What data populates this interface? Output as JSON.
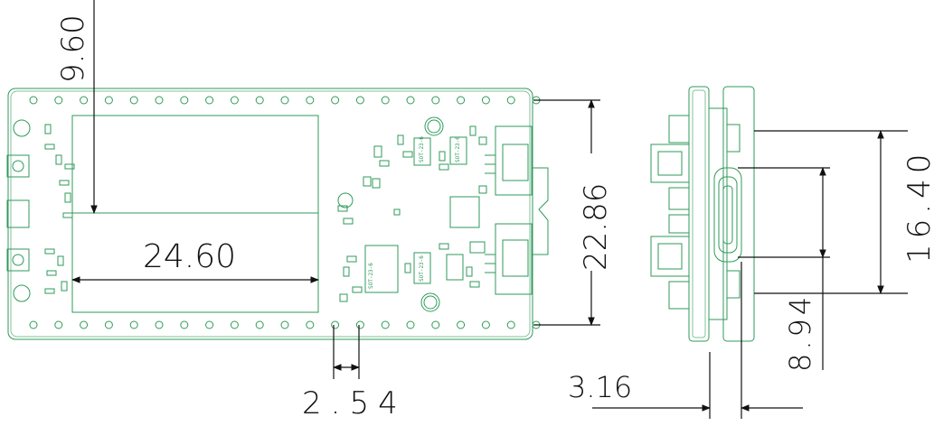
{
  "drawing": {
    "board_color": "#2f9a5b",
    "dimension_color": "#111111",
    "dimensions": {
      "top_height": "9.60",
      "width": "24.60",
      "board_height": "22.86",
      "pin_pitch": "2.54",
      "side_offset": "3.16",
      "connector_height": "8.94",
      "side_height": "16.40"
    },
    "chip_labels": [
      "SOT-23-6",
      "SOT-23-6",
      "SOT-23-6",
      "SOT-23-6"
    ]
  }
}
